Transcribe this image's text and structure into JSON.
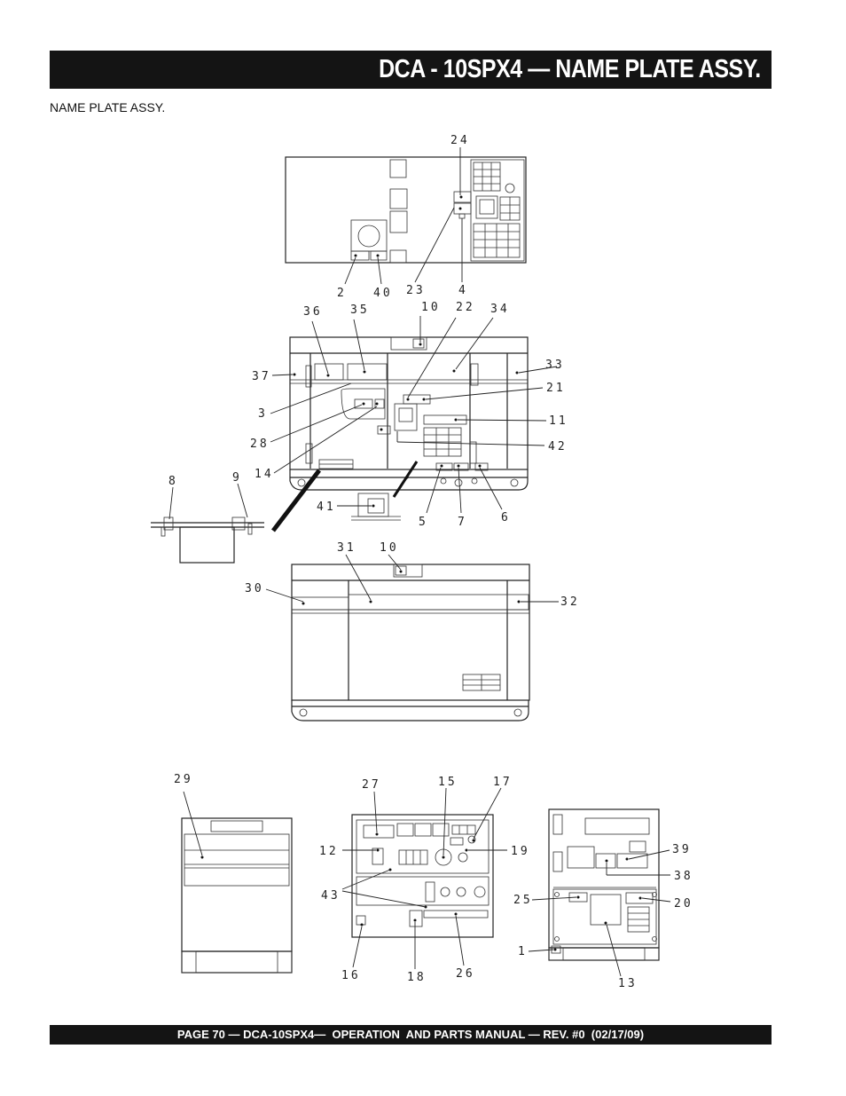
{
  "header": {
    "title": "DCA - 10SPX4 — NAME PLATE ASSY."
  },
  "section": {
    "subtitle": "NAME PLATE ASSY."
  },
  "footer": {
    "text": "PAGE 70 — DCA-10SPX4—  OPERATION  AND PARTS MANUAL — REV. #0  (02/17/09)"
  },
  "diagram": {
    "callouts": {
      "c24": "24",
      "c2": "2",
      "c40": "40",
      "c23": "23",
      "c4": "4",
      "c36": "36",
      "c35": "35",
      "c10a": "10",
      "c22": "22",
      "c34": "34",
      "c37": "37",
      "c33": "33",
      "c21": "21",
      "c3": "3",
      "c11": "11",
      "c28": "28",
      "c42": "42",
      "c14": "14",
      "c8": "8",
      "c9": "9",
      "c41": "41",
      "c5": "5",
      "c7": "7",
      "c6": "6",
      "c31": "31",
      "c10b": "10",
      "c30": "30",
      "c32": "32",
      "c29": "29",
      "c27": "27",
      "c15": "15",
      "c17": "17",
      "c12": "12",
      "c19": "19",
      "c43": "43",
      "c16": "16",
      "c18": "18",
      "c26": "26",
      "c39": "39",
      "c38": "38",
      "c25": "25",
      "c20": "20",
      "c1": "1",
      "c13": "13"
    }
  }
}
